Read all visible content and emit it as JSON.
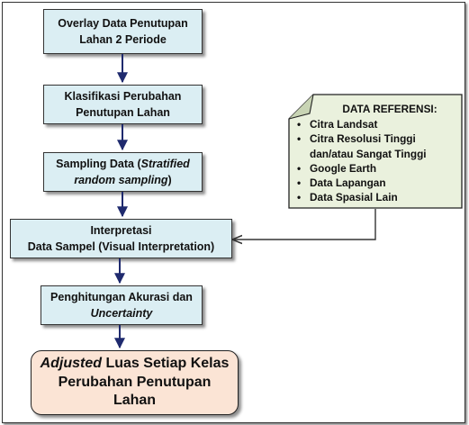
{
  "steps": [
    {
      "line1": "Overlay Data Penutupan",
      "line2": "Lahan 2 Periode"
    },
    {
      "line1": "Klasifikasi Perubahan",
      "line2": "Penutupan Lahan"
    },
    {
      "line1_pre": "Sampling Data (",
      "line1_em": "Stratified",
      "line2_em": "random sampling",
      "line2_post": ")"
    },
    {
      "line1": "Interpretasi",
      "line2": "Data Sampel (Visual Interpretation)"
    },
    {
      "line1": "Penghitungan Akurasi dan",
      "line2_em": "Uncertainty"
    }
  ],
  "final": {
    "line1_em": "Adjusted",
    "line1_rest": " Luas Setiap Kelas",
    "line2": "Perubahan Penutupan",
    "line3": "Lahan"
  },
  "reference": {
    "title": "DATA REFERENSI:",
    "items": [
      "Citra Landsat",
      "Citra Resolusi Tinggi dan/atau Sangat Tinggi",
      "Google Earth",
      "Data Lapangan",
      "Data Spasial Lain"
    ]
  },
  "colors": {
    "step_fill": "#dbeef3",
    "final_fill": "#fbe4d5",
    "note_fill": "#eaf1dd",
    "arrow": "#1f2a6e",
    "connector": "#333333"
  }
}
